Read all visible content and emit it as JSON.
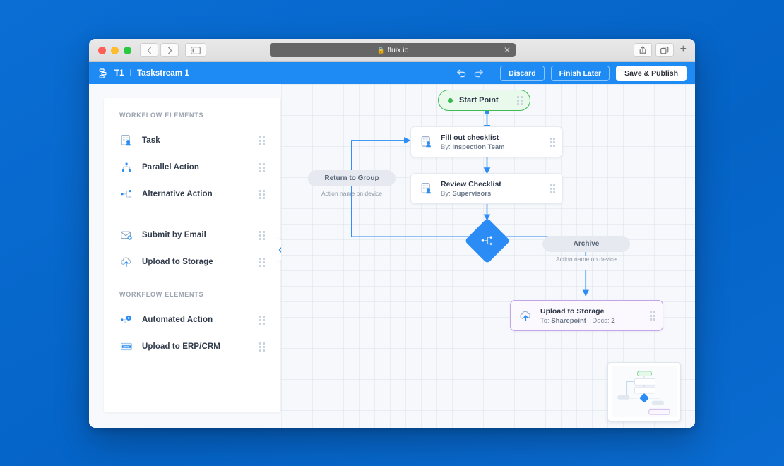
{
  "browser": {
    "url": "fluix.io",
    "lock_icon": "lock-icon",
    "back_icon": "chevron-left-icon",
    "forward_icon": "chevron-right-icon",
    "sidebar_icon": "sidebar-toggle-icon",
    "share_icon": "share-icon",
    "tabs_icon": "tab-overview-icon",
    "new_tab_label": "+",
    "close_tab_label": "✕"
  },
  "header": {
    "app_icon": "stacked-layers-icon",
    "breadcrumb_id": "T1",
    "breadcrumb_separator": "|",
    "breadcrumb_name": "Taskstream 1",
    "undo_icon": "undo-icon",
    "redo_icon": "redo-icon",
    "buttons": {
      "discard": "Discard",
      "finish_later": "Finish Later",
      "save_publish": "Save & Publish"
    }
  },
  "sidebar": {
    "collapse_icon": "chevron-left-icon",
    "groups": [
      {
        "title": "WORKFLOW ELEMENTS",
        "items": [
          {
            "label": "Task",
            "icon": "task-checklist-person-icon"
          },
          {
            "label": "Parallel Action",
            "icon": "parallel-action-icon"
          },
          {
            "label": "Alternative Action",
            "icon": "alternative-action-icon"
          }
        ],
        "items_extra": [
          {
            "label": "Submit by Email",
            "icon": "email-submit-icon"
          },
          {
            "label": "Upload to Storage",
            "icon": "cloud-upload-icon"
          }
        ]
      },
      {
        "title": "WORKFLOW ELEMENTS",
        "items": [
          {
            "label": "Automated Action",
            "icon": "automated-action-gear-icon"
          },
          {
            "label": "Upload to ERP/CRM",
            "icon": "http-badge-icon"
          }
        ],
        "items_extra": []
      }
    ]
  },
  "canvas": {
    "start_node": {
      "label": "Start Point",
      "icon": "start-dot-icon"
    },
    "nodes": [
      {
        "title": "Fill out checklist",
        "subtitle_prefix": "By:",
        "subtitle_value": "Inspection Team",
        "icon": "task-checklist-person-icon"
      },
      {
        "title": "Review Checklist",
        "subtitle_prefix": "By:",
        "subtitle_value": "Supervisors",
        "icon": "task-checklist-person-icon"
      }
    ],
    "decision": {
      "icon": "alternative-action-icon"
    },
    "branches": [
      {
        "label": "Return to Group",
        "caption": "Action name on device"
      },
      {
        "label": "Archive",
        "caption": "Action name on device"
      }
    ],
    "upload_node": {
      "title": "Upload to Storage",
      "sub_to_label": "To:",
      "sub_to_value": "Sharepoint",
      "sub_separator": "·",
      "sub_docs_label": "Docs:",
      "sub_docs_value": "2",
      "icon": "cloud-upload-icon"
    },
    "minimap_name": "minimap"
  },
  "colors": {
    "accent": "#2a8cf4",
    "header": "#1e8bf5",
    "desktop": "#0668cf",
    "start_green": "#3fbb55",
    "upload_purple": "#c2a4e8"
  }
}
